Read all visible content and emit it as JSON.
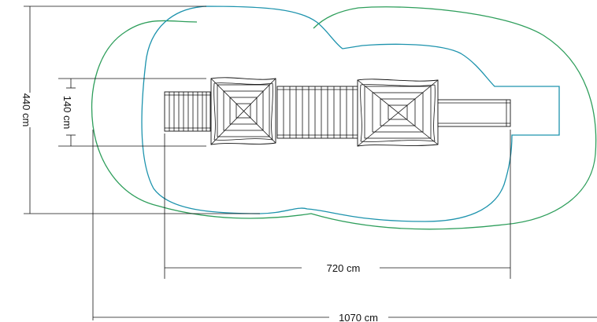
{
  "dimensions": {
    "overall_height": "440 cm",
    "inner_height": "140 cm",
    "inner_length": "720 cm",
    "overall_length": "1070 cm"
  },
  "colors": {
    "outer_zone": "#2e9e5b",
    "inner_zone": "#1d93ad",
    "lines": "#111111"
  }
}
